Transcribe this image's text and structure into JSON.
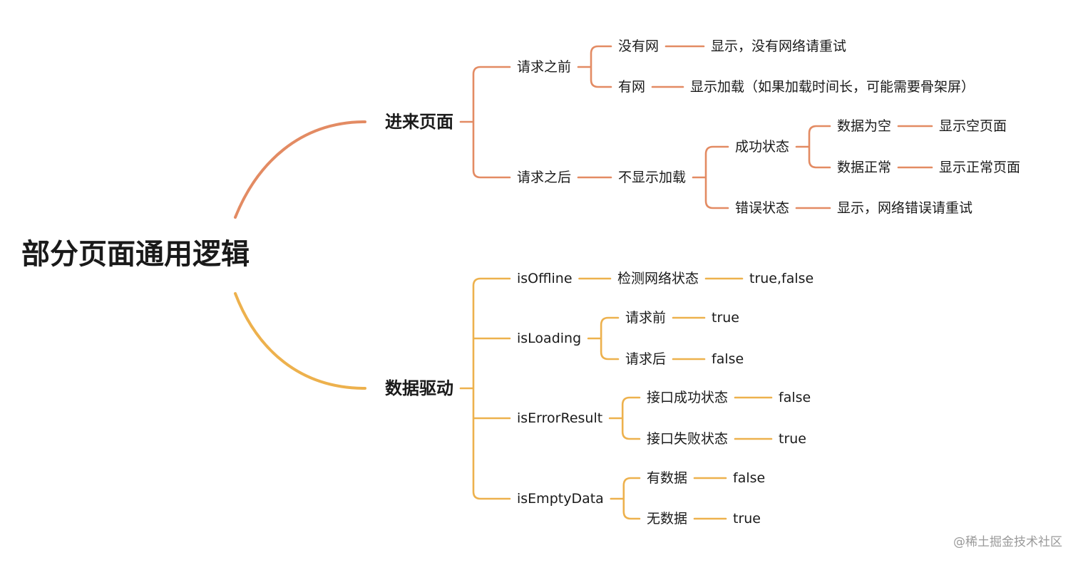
{
  "colors": {
    "branch_1": "#E38B63",
    "branch_2": "#EDB14D",
    "text": "#1a1a1a",
    "watermark": "#9a9a9a"
  },
  "root": {
    "label": "部分页面通用逻辑",
    "children": [
      {
        "label": "进来页面",
        "children": [
          {
            "label": "请求之前",
            "children": [
              {
                "label": "没有网",
                "children": [
                  {
                    "label": "显示，没有网络请重试"
                  }
                ]
              },
              {
                "label": "有网",
                "children": [
                  {
                    "label": "显示加载（如果加载时间长，可能需要骨架屏）"
                  }
                ]
              }
            ]
          },
          {
            "label": "请求之后",
            "children": [
              {
                "label": "不显示加载",
                "children": [
                  {
                    "label": "成功状态",
                    "children": [
                      {
                        "label": "数据为空",
                        "children": [
                          {
                            "label": "显示空页面"
                          }
                        ]
                      },
                      {
                        "label": "数据正常",
                        "children": [
                          {
                            "label": "显示正常页面"
                          }
                        ]
                      }
                    ]
                  },
                  {
                    "label": "错误状态",
                    "children": [
                      {
                        "label": "显示，网络错误请重试"
                      }
                    ]
                  }
                ]
              }
            ]
          }
        ]
      },
      {
        "label": "数据驱动",
        "children": [
          {
            "label": "isOffline",
            "children": [
              {
                "label": "检测网络状态",
                "children": [
                  {
                    "label": "true,false"
                  }
                ]
              }
            ]
          },
          {
            "label": "isLoading",
            "children": [
              {
                "label": "请求前",
                "children": [
                  {
                    "label": "true"
                  }
                ]
              },
              {
                "label": "请求后",
                "children": [
                  {
                    "label": "false"
                  }
                ]
              }
            ]
          },
          {
            "label": "isErrorResult",
            "children": [
              {
                "label": "接口成功状态",
                "children": [
                  {
                    "label": "false"
                  }
                ]
              },
              {
                "label": "接口失败状态",
                "children": [
                  {
                    "label": "true"
                  }
                ]
              }
            ]
          },
          {
            "label": "isEmptyData",
            "children": [
              {
                "label": "有数据",
                "children": [
                  {
                    "label": "false"
                  }
                ]
              },
              {
                "label": "无数据",
                "children": [
                  {
                    "label": "true"
                  }
                ]
              }
            ]
          }
        ]
      }
    ]
  },
  "watermark": "@稀土掘金技术社区"
}
